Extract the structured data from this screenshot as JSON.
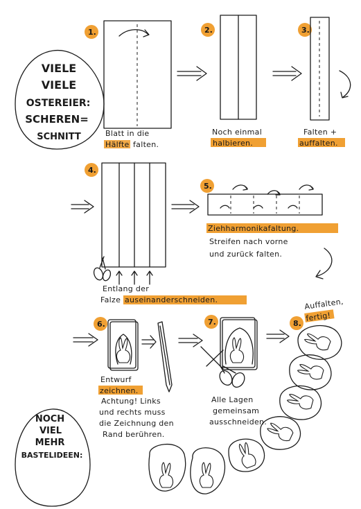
{
  "accent_color": "#f0a033",
  "title": {
    "lines": [
      "VIELE",
      "VIELE",
      "OSTEREIER:",
      "SCHEREN=",
      "SCHNITT"
    ]
  },
  "footer_egg": {
    "lines": [
      "NOCH",
      "VIEL",
      "MEHR",
      "BASTELIDEEN:"
    ]
  },
  "steps": {
    "s1": {
      "number": "1.",
      "caption_1": "Blatt in die",
      "caption_2a": "Hälfte",
      "caption_2b": "falten."
    },
    "s2": {
      "number": "2.",
      "caption_1": "Noch einmal",
      "caption_2": "halbieren."
    },
    "s3": {
      "number": "3.",
      "caption_1": "Falten +",
      "caption_2": "auffalten."
    },
    "s4": {
      "number": "4.",
      "caption_1": "Entlang der",
      "caption_2a": "Falze",
      "caption_2b": "auseinanderschneiden."
    },
    "s5": {
      "number": "5.",
      "caption_1": "Ziehharmonikafaltung.",
      "caption_2": "Streifen nach vorne",
      "caption_3": "und zurück falten."
    },
    "s6": {
      "number": "6.",
      "caption_1": "Entwurf",
      "caption_2": "zeichnen.",
      "caption_3": "Achtung! Links",
      "caption_4": "und rechts muss",
      "caption_5": "die Zeichnung den",
      "caption_6": "Rand berühren."
    },
    "s7": {
      "number": "7.",
      "caption_1": "Alle Lagen",
      "caption_2": "gemeinsam",
      "caption_3": "ausschneiden."
    },
    "s8": {
      "number": "8.",
      "caption_1": "Auffalten,",
      "caption_2": "fertig!"
    }
  }
}
